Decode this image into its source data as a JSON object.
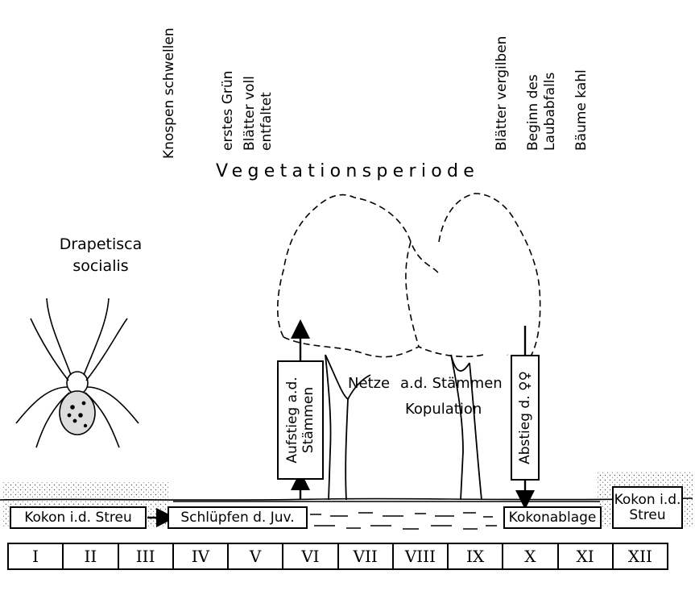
{
  "phenology_labels": [
    "Knospen schwellen",
    "erstes Grün",
    "Blätter voll\nentfaltet",
    "Blätter vergilben",
    "Beginn des\nLaubabfalls",
    "Bäume kahl"
  ],
  "title": "Vegetationsperiode",
  "species": {
    "line1": "Drapetisca",
    "line2": "socialis"
  },
  "boxes": {
    "kokon_streu_left": "Kokon i.d. Streu",
    "schluepfen": "Schlüpfen d. Juv.",
    "aufstieg": "Aufstieg a.d.\nStämmen",
    "abstieg": "Abstieg d. ♀♀",
    "kokonablage": "Kokonablage",
    "kokon_streu_right": "Kokon i.d.\nStreu"
  },
  "annotations": {
    "netze": "Netze",
    "stammen": "a.d. Stämmen",
    "kopulation": "Kopulation"
  },
  "months": [
    "I",
    "II",
    "III",
    "IV",
    "V",
    "VI",
    "VII",
    "VIII",
    "IX",
    "X",
    "XI",
    "XII"
  ]
}
